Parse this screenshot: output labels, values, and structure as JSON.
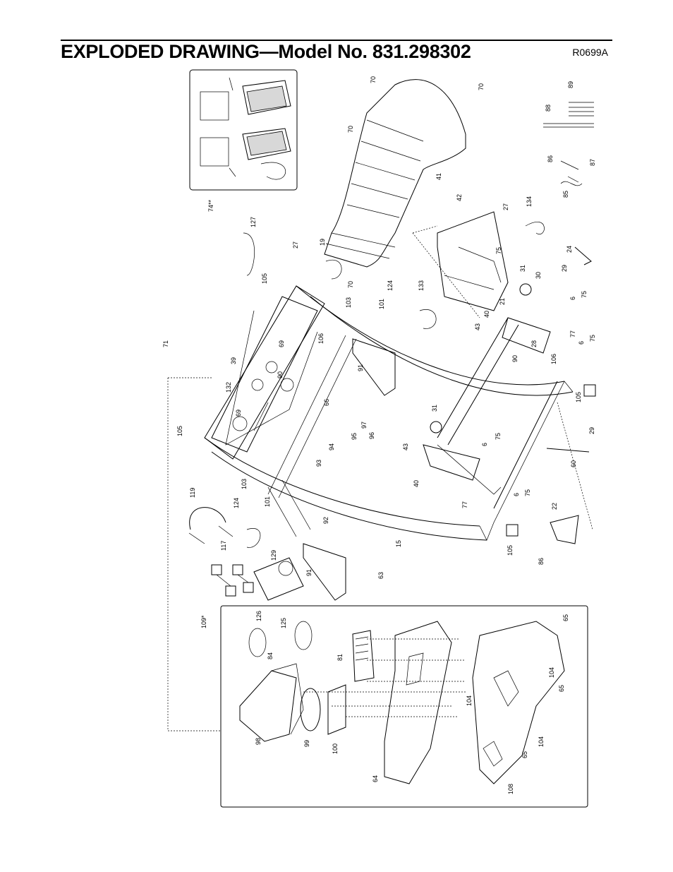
{
  "header": {
    "title": "EXPLODED DRAWING—Model No. 831.298302",
    "code": "R0699A"
  },
  "part_labels": [
    {
      "n": "70"
    },
    {
      "n": "70"
    },
    {
      "n": "70"
    },
    {
      "n": "70"
    },
    {
      "n": "41"
    },
    {
      "n": "89"
    },
    {
      "n": "88"
    },
    {
      "n": "86"
    },
    {
      "n": "87"
    },
    {
      "n": "85"
    },
    {
      "n": "74**"
    },
    {
      "n": "127"
    },
    {
      "n": "27"
    },
    {
      "n": "19"
    },
    {
      "n": "42"
    },
    {
      "n": "27"
    },
    {
      "n": "134"
    },
    {
      "n": "24"
    },
    {
      "n": "75"
    },
    {
      "n": "31"
    },
    {
      "n": "30"
    },
    {
      "n": "29"
    },
    {
      "n": "105"
    },
    {
      "n": "103"
    },
    {
      "n": "101"
    },
    {
      "n": "124"
    },
    {
      "n": "133"
    },
    {
      "n": "21"
    },
    {
      "n": "40"
    },
    {
      "n": "43"
    },
    {
      "n": "6"
    },
    {
      "n": "75"
    },
    {
      "n": "77"
    },
    {
      "n": "6"
    },
    {
      "n": "75"
    },
    {
      "n": "71"
    },
    {
      "n": "69"
    },
    {
      "n": "106"
    },
    {
      "n": "28"
    },
    {
      "n": "90"
    },
    {
      "n": "106"
    },
    {
      "n": "39"
    },
    {
      "n": "91"
    },
    {
      "n": "90"
    },
    {
      "n": "105"
    },
    {
      "n": "132"
    },
    {
      "n": "66"
    },
    {
      "n": "31"
    },
    {
      "n": "29"
    },
    {
      "n": "69"
    },
    {
      "n": "97"
    },
    {
      "n": "95"
    },
    {
      "n": "96"
    },
    {
      "n": "94"
    },
    {
      "n": "43"
    },
    {
      "n": "6"
    },
    {
      "n": "75"
    },
    {
      "n": "105"
    },
    {
      "n": "93"
    },
    {
      "n": "60"
    },
    {
      "n": "40"
    },
    {
      "n": "119"
    },
    {
      "n": "103"
    },
    {
      "n": "124"
    },
    {
      "n": "101"
    },
    {
      "n": "92"
    },
    {
      "n": "77"
    },
    {
      "n": "6"
    },
    {
      "n": "75"
    },
    {
      "n": "22"
    },
    {
      "n": "15"
    },
    {
      "n": "105"
    },
    {
      "n": "86"
    },
    {
      "n": "117"
    },
    {
      "n": "129"
    },
    {
      "n": "91"
    },
    {
      "n": "63"
    },
    {
      "n": "109*"
    },
    {
      "n": "126"
    },
    {
      "n": "125"
    },
    {
      "n": "65"
    },
    {
      "n": "84"
    },
    {
      "n": "81"
    },
    {
      "n": "104"
    },
    {
      "n": "65"
    },
    {
      "n": "104"
    },
    {
      "n": "98"
    },
    {
      "n": "99"
    },
    {
      "n": "100"
    },
    {
      "n": "64"
    },
    {
      "n": "104"
    },
    {
      "n": "65"
    },
    {
      "n": "108"
    }
  ]
}
